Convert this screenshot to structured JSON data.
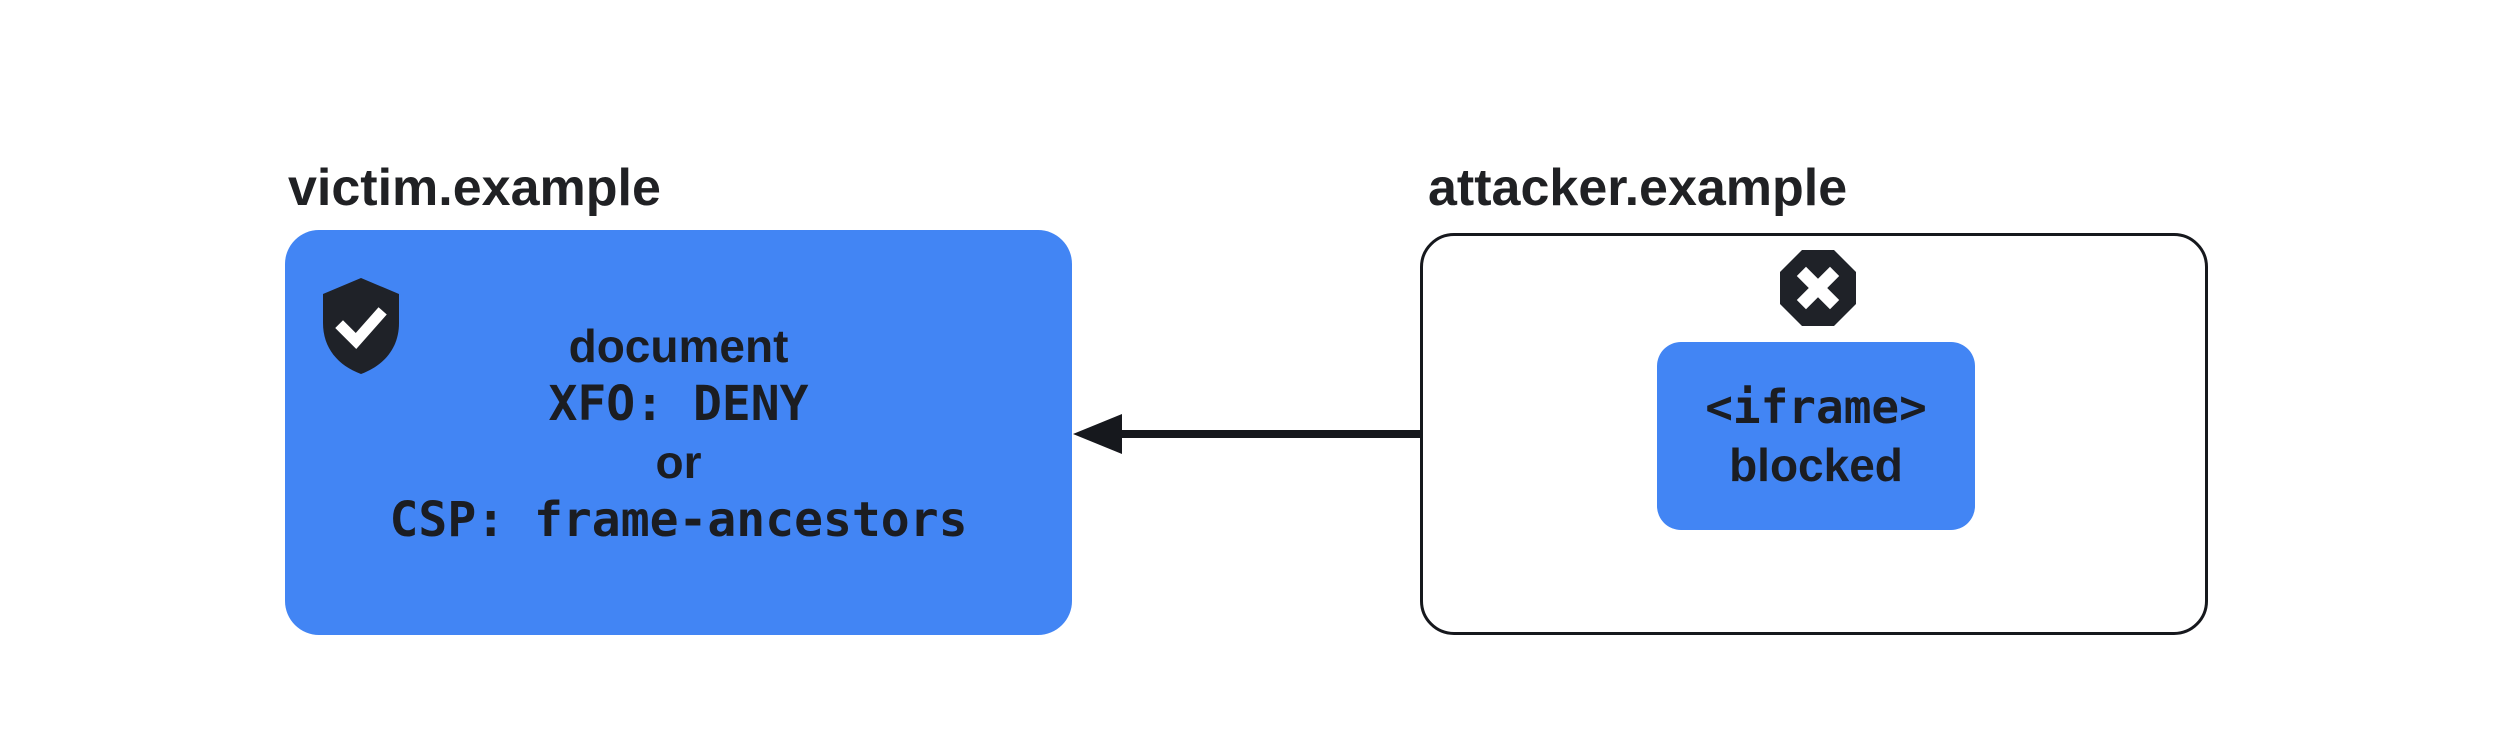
{
  "colors": {
    "accent_blue": "#4285F4",
    "text_dark": "#202124",
    "shape_black": "#17191E",
    "background": "#FFFFFF"
  },
  "victim": {
    "label": "victim.example",
    "icon": "shield-check",
    "lines": [
      {
        "text": "document"
      },
      {
        "text": "XFO: DENY"
      },
      {
        "text": "or"
      },
      {
        "text": "CSP: frame-ancestors"
      }
    ]
  },
  "attacker": {
    "label": "attacker.example",
    "icon": "blocked-octagon-x",
    "iframe": {
      "line1": "<iframe>",
      "line2": "blocked"
    }
  },
  "arrow": {
    "direction": "left"
  }
}
